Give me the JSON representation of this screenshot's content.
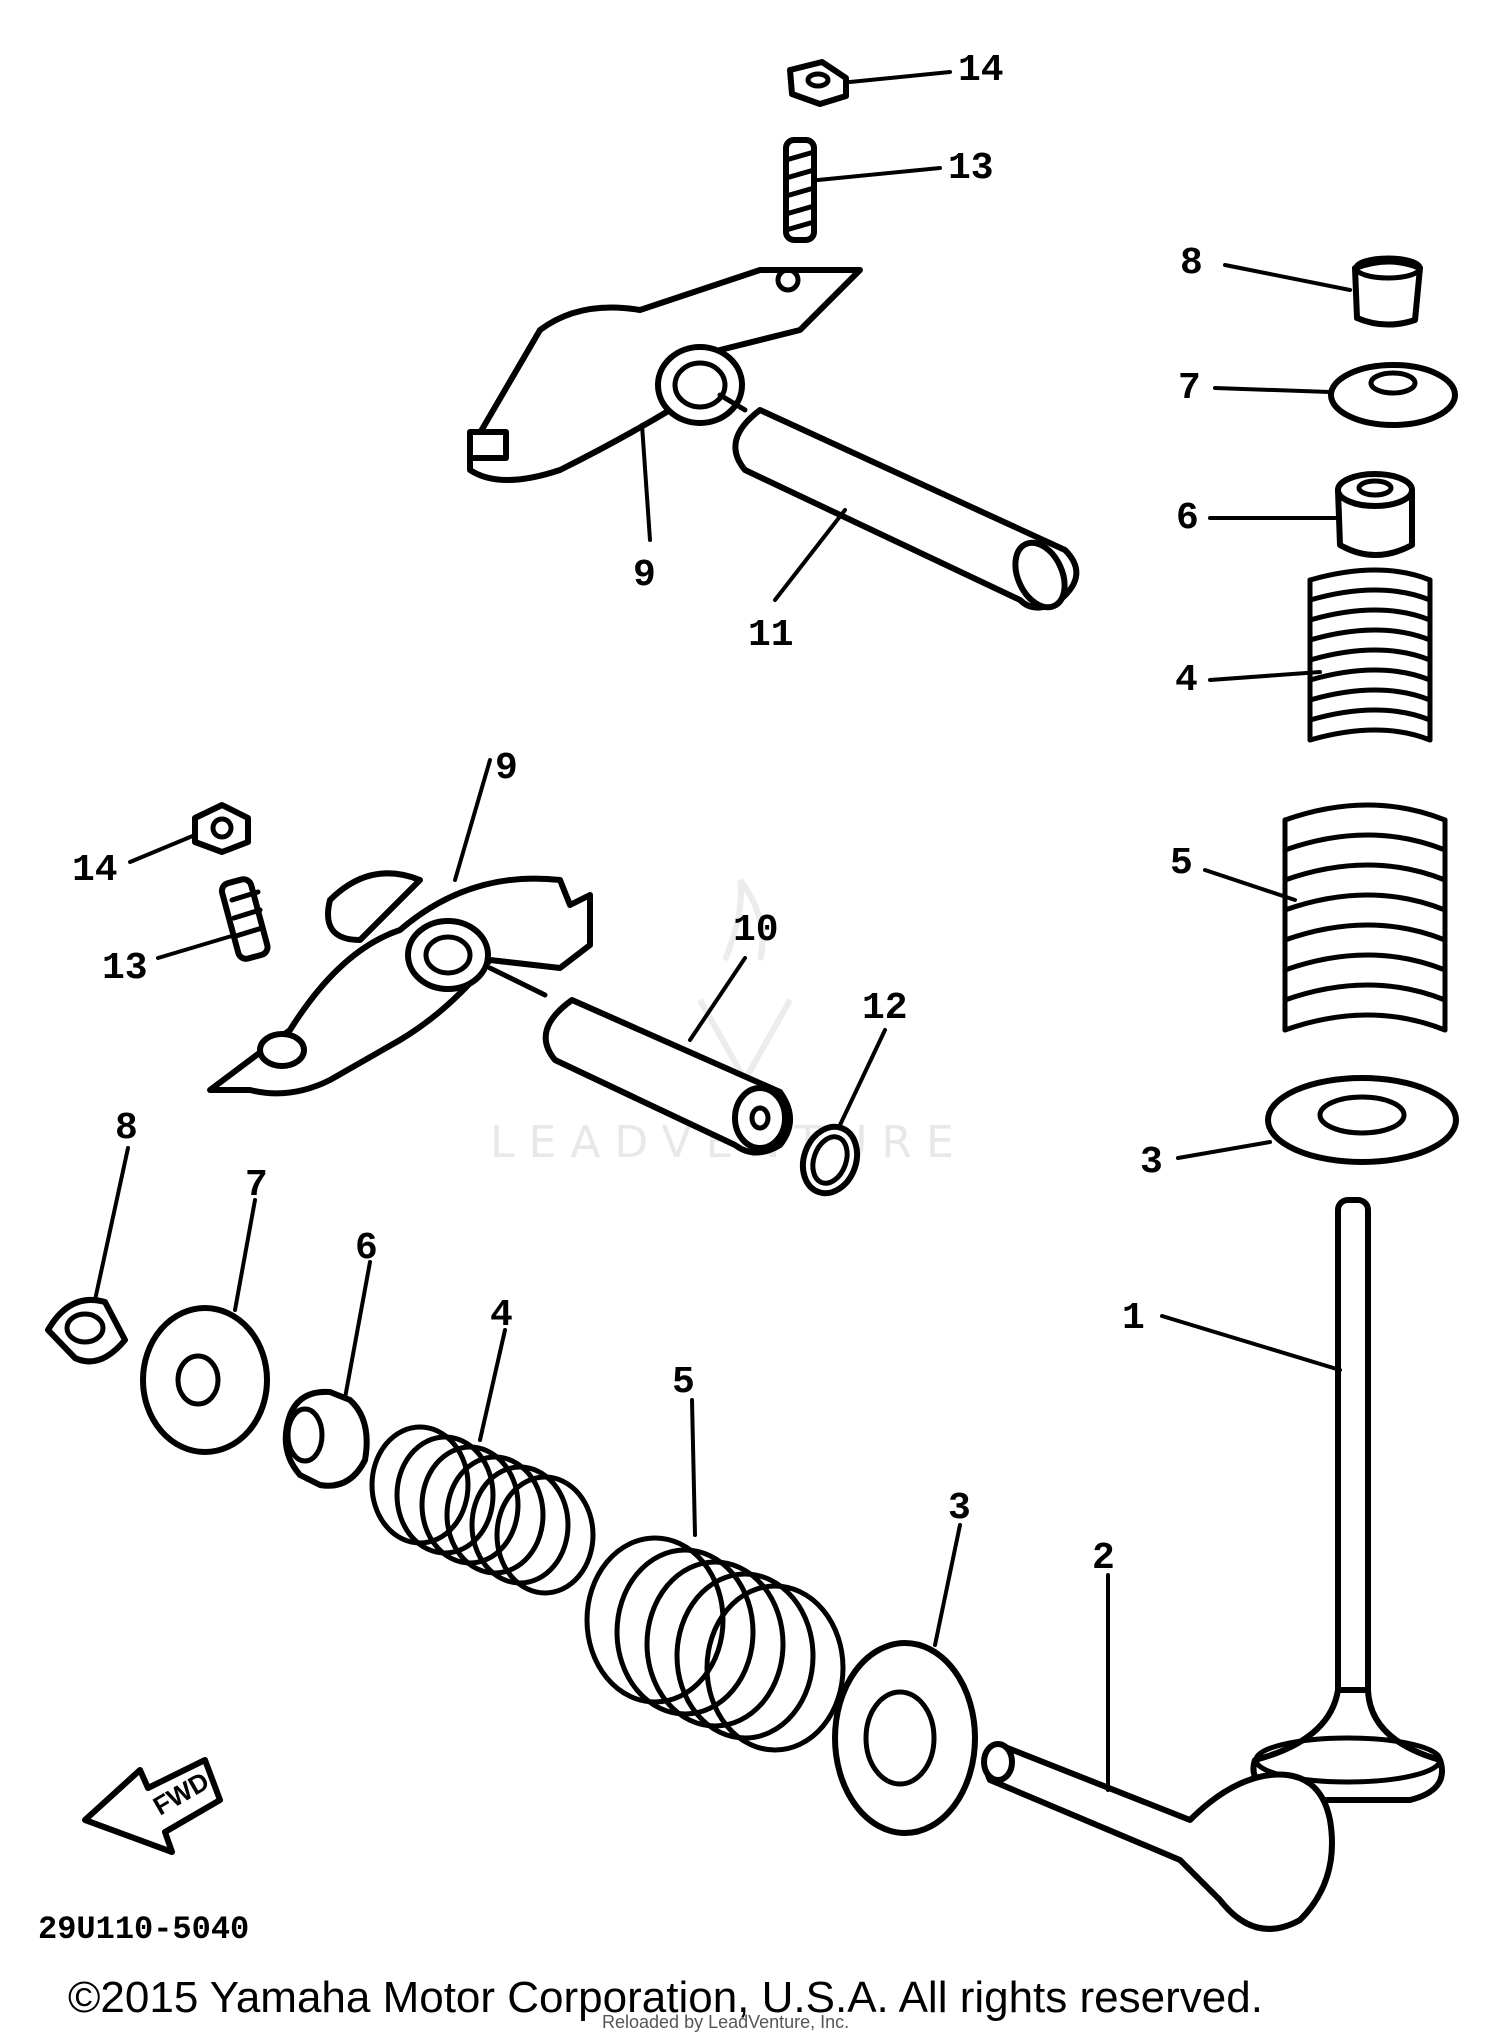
{
  "diagram": {
    "callouts": {
      "c1": "1",
      "c2": "2",
      "c3_upper": "3",
      "c3_lower": "3",
      "c4_upper": "4",
      "c4_lower": "4",
      "c5_upper": "5",
      "c5_lower": "5",
      "c6_upper": "6",
      "c6_lower": "6",
      "c7_upper": "7",
      "c7_lower": "7",
      "c8_upper": "8",
      "c8_lower": "8",
      "c9_upper": "9",
      "c9_lower": "9",
      "c10": "10",
      "c11": "11",
      "c12": "12",
      "c13_upper": "13",
      "c13_lower": "13",
      "c14_upper": "14",
      "c14_lower": "14"
    },
    "fwd_label": "FWD",
    "diagram_code": "29U110-5040"
  },
  "watermark": {
    "text": "LEADVENTURE"
  },
  "footer": {
    "copyright": "©2015 Yamaha Motor Corporation, U.S.A. All rights reserved.",
    "reloaded": "Reloaded by LeadVenture, Inc."
  }
}
